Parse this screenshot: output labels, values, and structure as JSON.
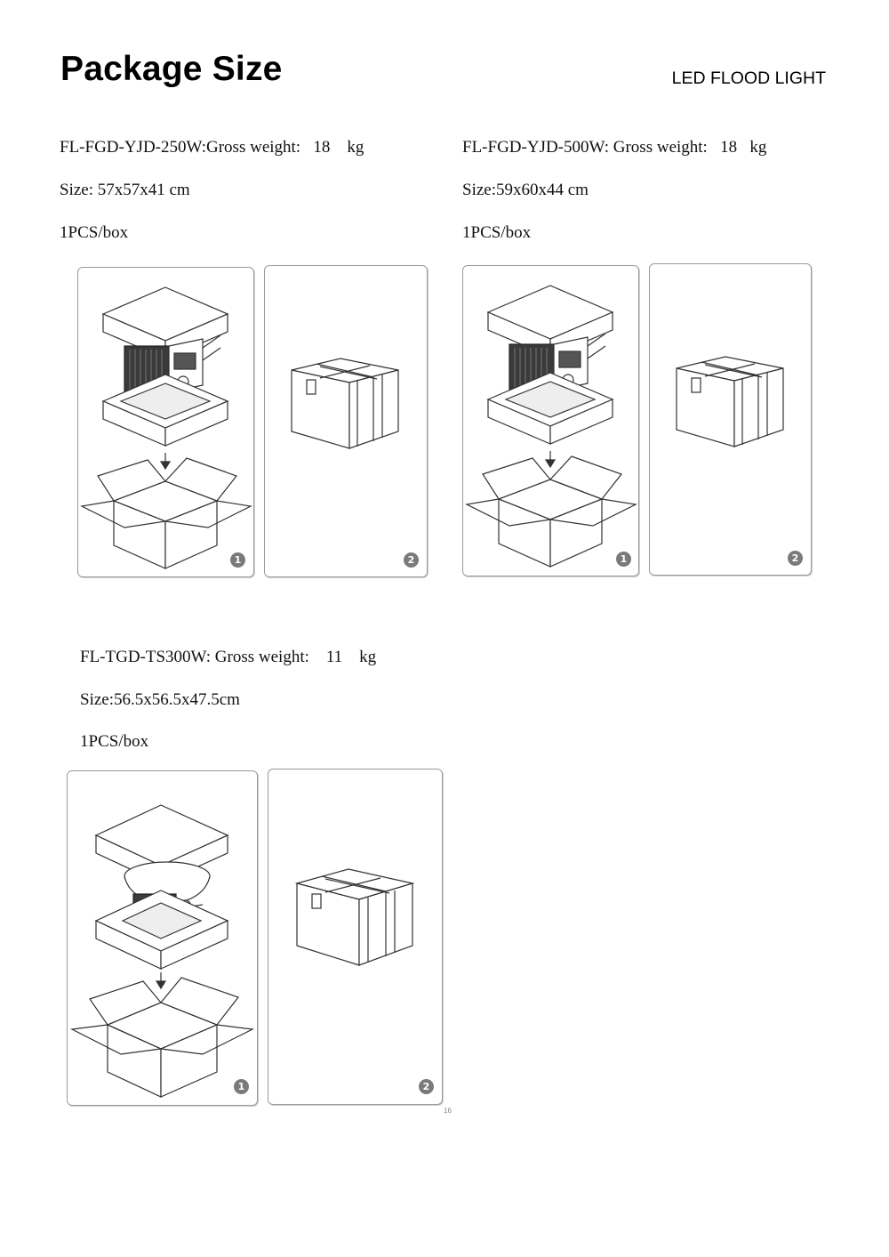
{
  "page": {
    "title": "Package Size",
    "header_right": "LED FLOOD LIGHT",
    "page_number": "16"
  },
  "products": [
    {
      "weight_line": "FL-FGD-YJD-250W:Gross weight:   18    kg",
      "size_line": "Size: 57x57x41 cm",
      "qty_line": "1PCS/box",
      "steps": [
        "1",
        "2"
      ]
    },
    {
      "weight_line": "FL-FGD-YJD-500W: Gross weight:   18   kg",
      "size_line": "Size:59x60x44 cm",
      "qty_line": "1PCS/box",
      "steps": [
        "1",
        "2"
      ]
    },
    {
      "weight_line": "FL-TGD-TS300W: Gross weight:    11    kg",
      "size_line": "Size:56.5x56.5x47.5cm",
      "qty_line": "1PCS/box",
      "steps": [
        "1",
        "2"
      ]
    }
  ]
}
